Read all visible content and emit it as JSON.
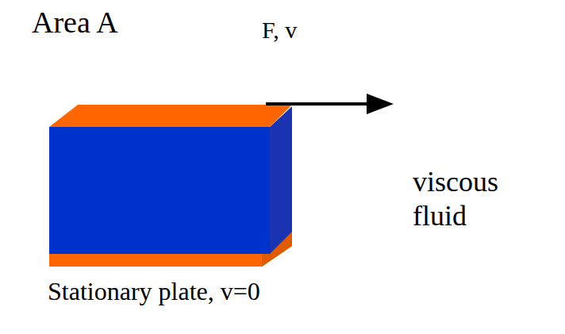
{
  "diagram": {
    "labels": [
      "Area A",
      "F, v",
      "viscous fluid",
      "Stationary plate, v=0"
    ]
  }
}
